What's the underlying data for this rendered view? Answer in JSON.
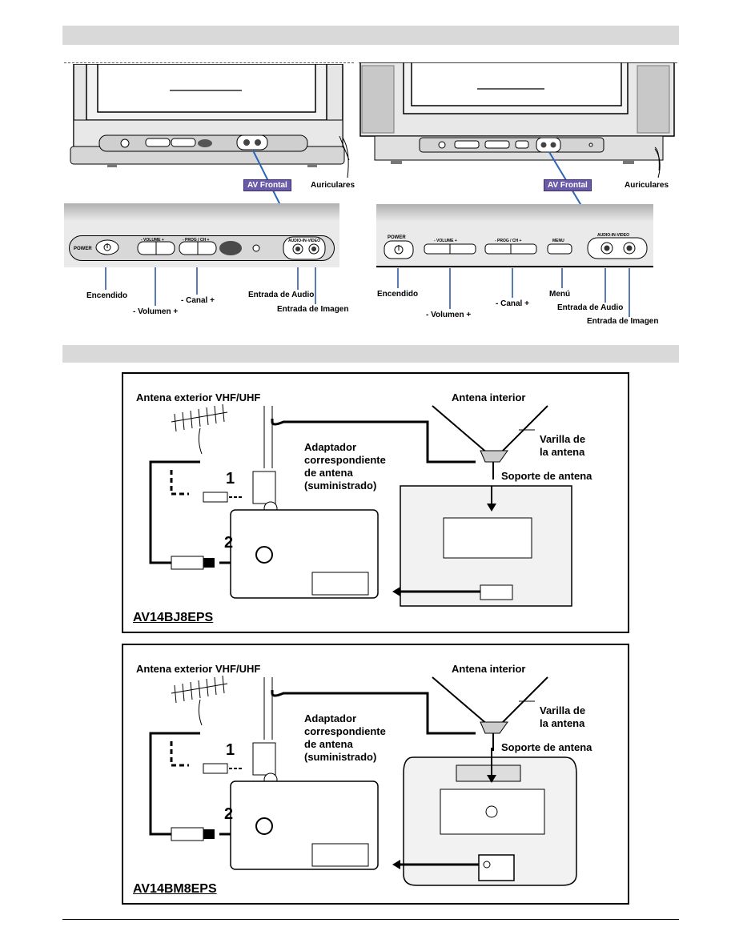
{
  "labels": {
    "av_frontal": "AV Frontal",
    "auriculares": "Auriculares",
    "encendido": "Encendido",
    "volumen": "- Volumen +",
    "canal": "- Canal +",
    "menu": "Menú",
    "entrada_audio": "Entrada de Audio",
    "entrada_imagen": "Entrada de Imagen"
  },
  "panel_left": {
    "power": "POWER",
    "volume": "- VOLUME +",
    "prog": "- PROG / CH +",
    "audio_video": "AUDIO-IN-VIDEO"
  },
  "panel_right": {
    "power": "POWER",
    "volume": "- VOLUME +",
    "prog": "- PROG / CH +",
    "menu": "MENU",
    "audio_video": "AUDIO-IN-VIDEO"
  },
  "antenna": {
    "exterior": "Antena exterior VHF/UHF",
    "interior": "Antena interior",
    "varilla_1": "Varilla de",
    "varilla_2": "la antena",
    "adaptador_1": "Adaptador",
    "adaptador_2": "correspondiente",
    "adaptador_3": "de antena",
    "adaptador_4": "(suministrado)",
    "soporte": "Soporte de antena",
    "step1": "1",
    "step2": "2"
  },
  "models": {
    "top": "AV14BJ8EPS",
    "bottom": "AV14BM8EPS"
  }
}
